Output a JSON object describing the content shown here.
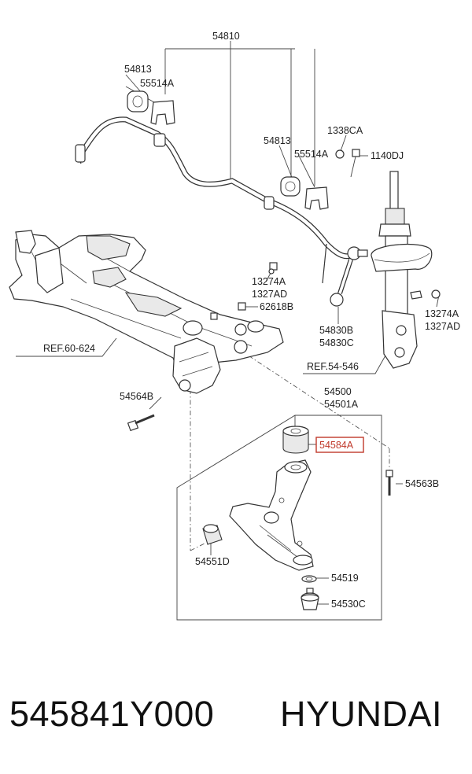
{
  "diagram": {
    "labels": {
      "l54810": "54810",
      "l54813a": "54813",
      "l55514a1": "55514A",
      "l54813b": "54813",
      "l55514a2": "55514A",
      "l1338ca": "1338CA",
      "l1140dj": "1140DJ",
      "l13274a1": "13274A",
      "l1327ad1": "1327AD",
      "l62618b": "62618B",
      "l54830b": "54830B",
      "l54830c": "54830C",
      "l13274a2": "13274A",
      "l1327ad2": "1327AD",
      "ref60624": "REF.60-624",
      "ref54546": "REF.54-546",
      "l54564b": "54564B",
      "l54500": "54500",
      "l54501a": "54501A",
      "l54584a": "54584A",
      "l54563b": "54563B",
      "l54551d": "54551D",
      "l54519": "54519",
      "l54530c": "54530C"
    },
    "highlight_color": "#c0392b"
  },
  "footer": {
    "part_number": "545841Y000",
    "brand": "HYUNDAI"
  }
}
